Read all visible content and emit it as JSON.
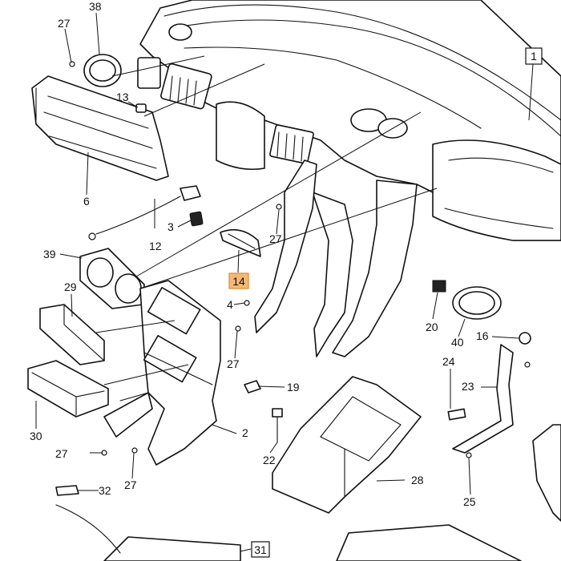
{
  "diagram": {
    "highlighted_part": "14",
    "callouts": [
      {
        "id": "c1",
        "label": "1",
        "boxed": true
      },
      {
        "id": "c2",
        "label": "2"
      },
      {
        "id": "c3",
        "label": "3"
      },
      {
        "id": "c4",
        "label": "4"
      },
      {
        "id": "c6",
        "label": "6"
      },
      {
        "id": "c12",
        "label": "12"
      },
      {
        "id": "c13",
        "label": "13"
      },
      {
        "id": "c14",
        "label": "14",
        "highlighted": true
      },
      {
        "id": "c16",
        "label": "16"
      },
      {
        "id": "c19",
        "label": "19"
      },
      {
        "id": "c20",
        "label": "20"
      },
      {
        "id": "c22",
        "label": "22"
      },
      {
        "id": "c23",
        "label": "23"
      },
      {
        "id": "c24",
        "label": "24"
      },
      {
        "id": "c25",
        "label": "25"
      },
      {
        "id": "c27a",
        "label": "27"
      },
      {
        "id": "c27b",
        "label": "27"
      },
      {
        "id": "c27c",
        "label": "27"
      },
      {
        "id": "c27d",
        "label": "27"
      },
      {
        "id": "c27e",
        "label": "27"
      },
      {
        "id": "c28",
        "label": "28"
      },
      {
        "id": "c29",
        "label": "29"
      },
      {
        "id": "c30",
        "label": "30"
      },
      {
        "id": "c31",
        "label": "31",
        "boxed": true
      },
      {
        "id": "c32",
        "label": "32"
      },
      {
        "id": "c38",
        "label": "38"
      },
      {
        "id": "c39",
        "label": "39"
      },
      {
        "id": "c40",
        "label": "40"
      }
    ],
    "colors": {
      "line": "#111111",
      "background": "#ffffff",
      "highlight_fill": "#f7b875",
      "highlight_border": "#e08a30"
    }
  }
}
